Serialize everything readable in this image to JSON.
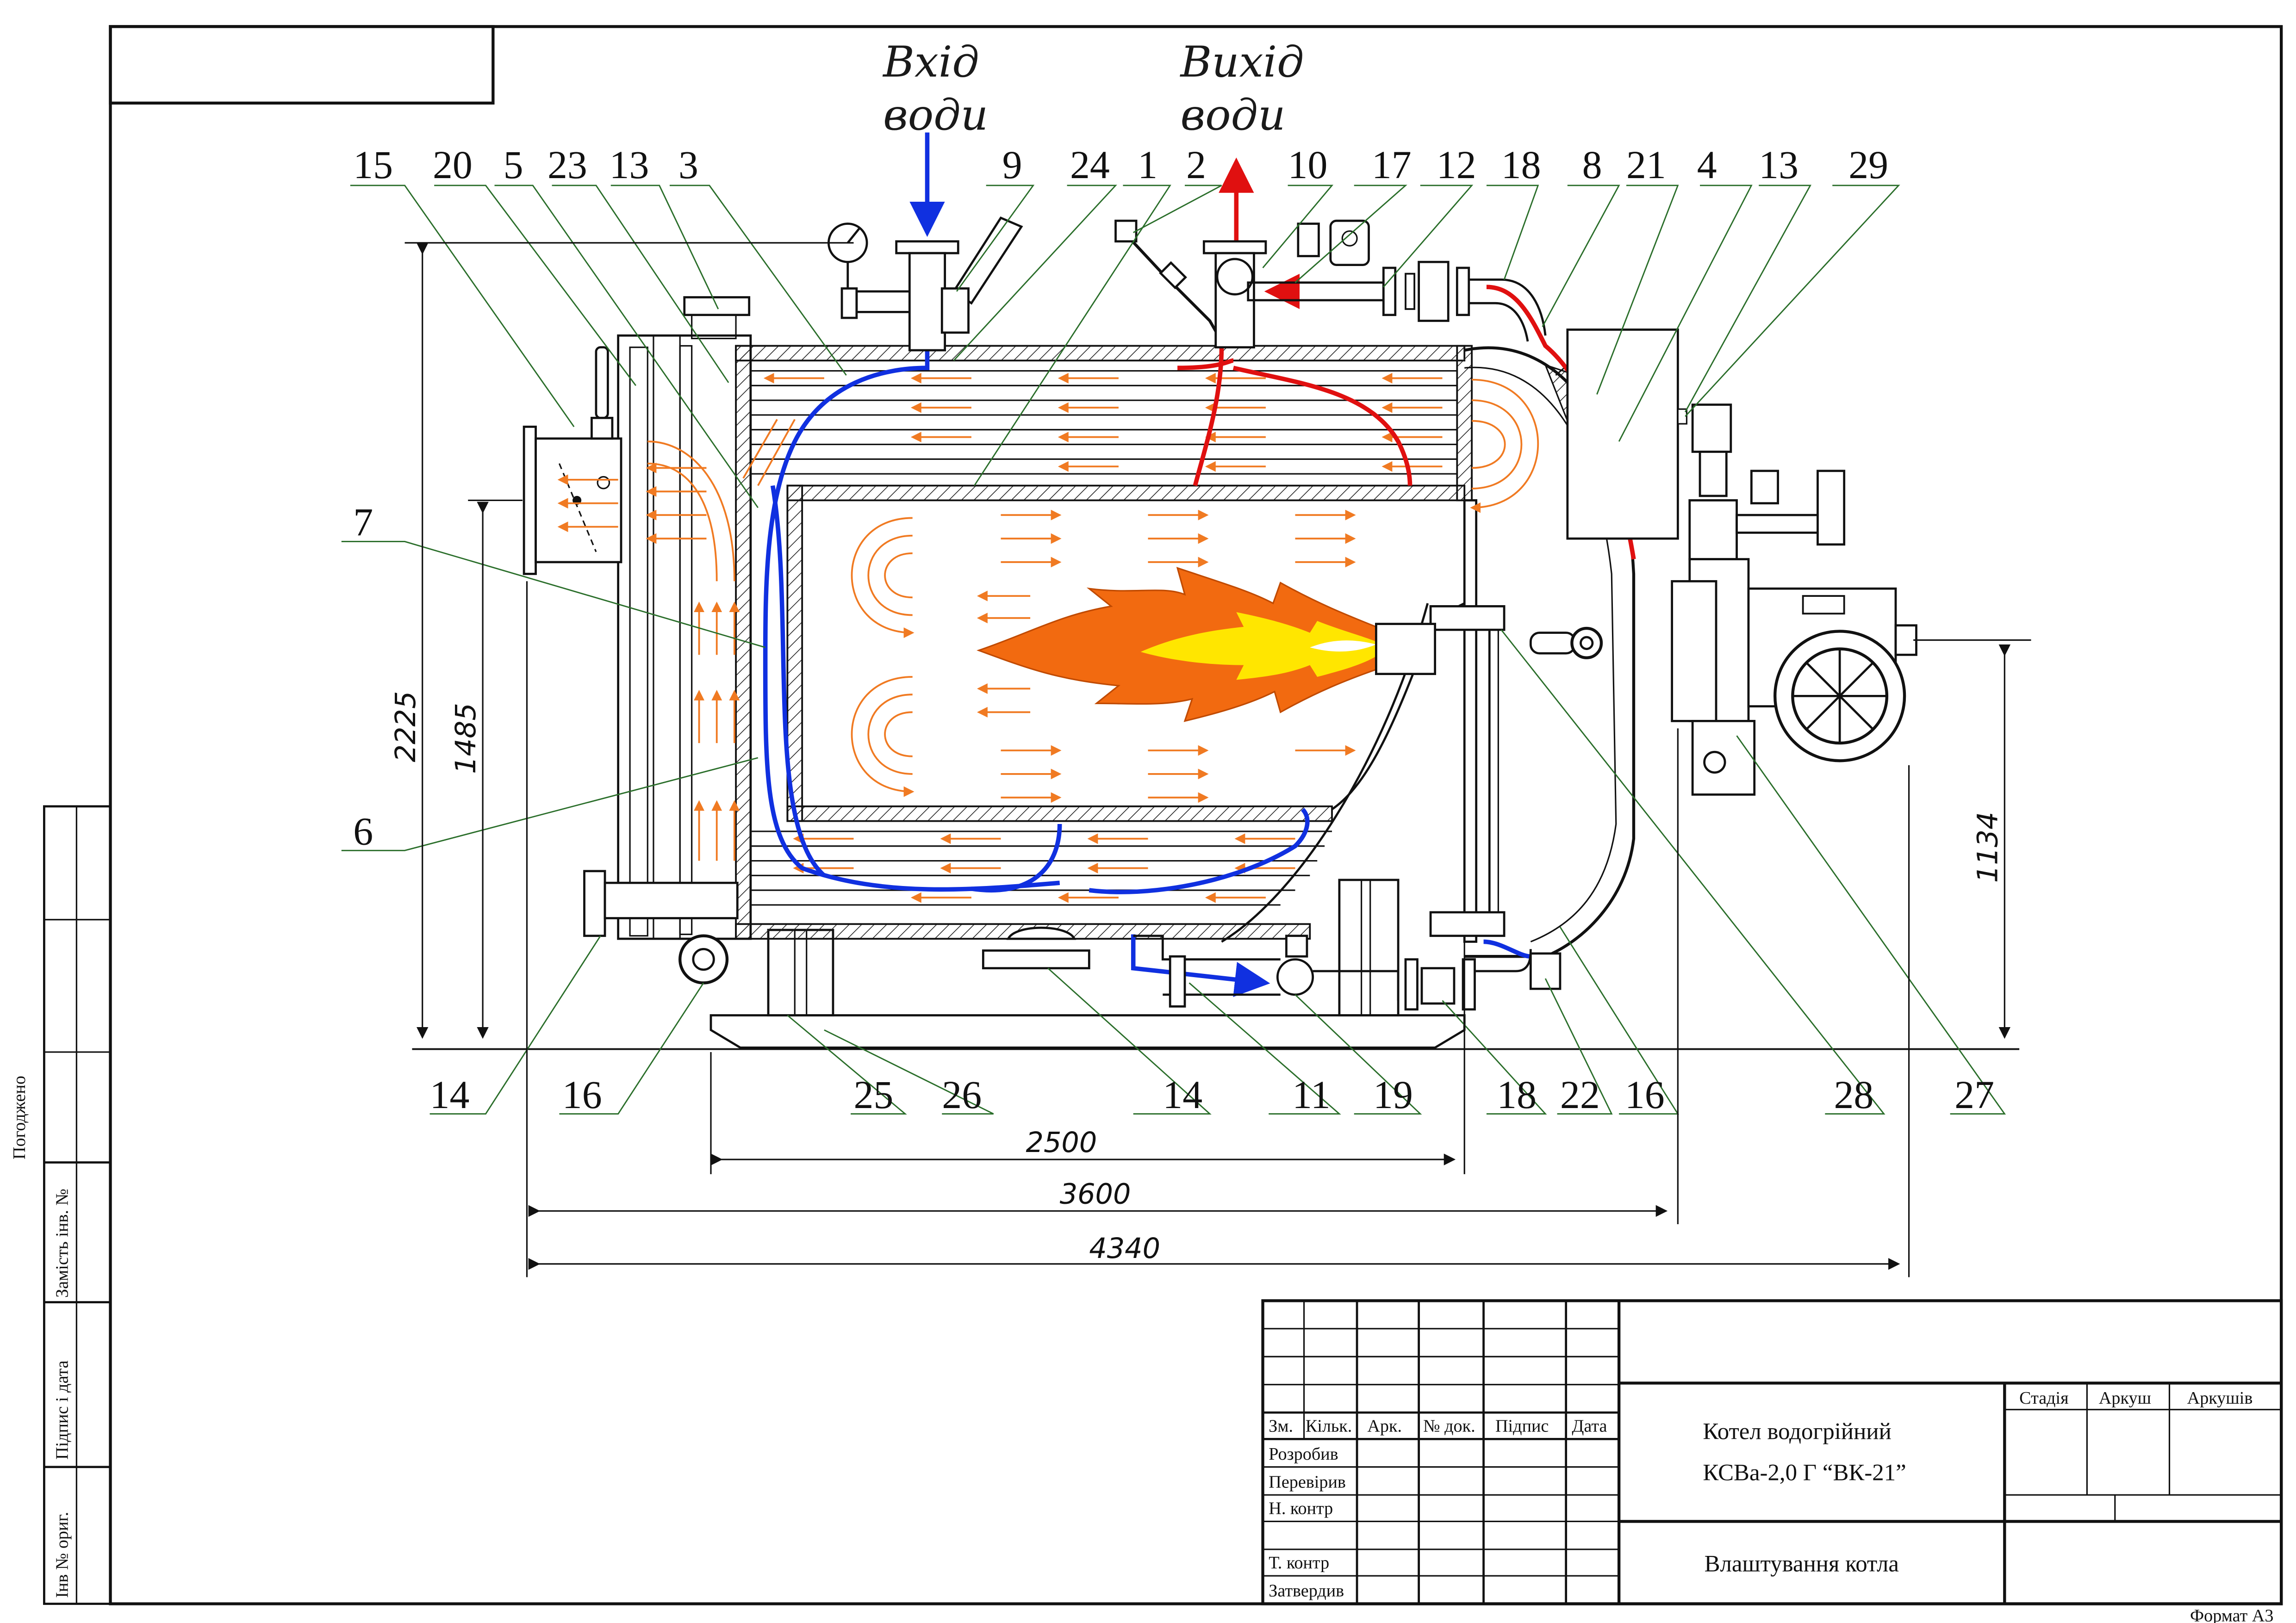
{
  "flow_labels": {
    "inlet_line1": "Вхід",
    "inlet_line2": "води",
    "outlet_line1": "Вихід",
    "outlet_line2": "води"
  },
  "callouts_top": [
    "15",
    "20",
    "5",
    "23",
    "13",
    "3",
    "9",
    "24",
    "1",
    "2",
    "10",
    "17",
    "12",
    "18",
    "8",
    "21",
    "4",
    "13",
    "29"
  ],
  "callouts_left": [
    "7",
    "6"
  ],
  "callouts_bottom": [
    "14",
    "16",
    "25",
    "26",
    "14",
    "11",
    "19",
    "18",
    "22",
    "16",
    "28",
    "27"
  ],
  "dimensions": {
    "height_total": "2225",
    "height_axis": "1485",
    "burner_axis": "1134",
    "frame_length": "2500",
    "shell_length": "3600",
    "overall_length": "4340"
  },
  "title_block": {
    "col_headers": [
      "Зм.",
      "Кільк.",
      "Арк.",
      "№ док.",
      "Підпис",
      "Дата"
    ],
    "roles": [
      "Розробив",
      "Перевірив",
      "Н. контр",
      "Т. контр",
      "Затвердив"
    ],
    "doc_title_line1": "Котел водогрійний",
    "doc_title_line2": "КСВа-2,0 Г “ВК-21”",
    "stage_headers": [
      "Стадія",
      "Аркуш",
      "Аркушів"
    ],
    "sheet_title": "Влаштування котла",
    "format": "Формат А3"
  },
  "side_stamp": [
    "Погоджено",
    "Замість інв. №",
    "Підпис і дата",
    "Інв № ориг."
  ],
  "colors": {
    "cold_water": "#1030e0",
    "hot_water": "#e01010",
    "gas_flow": "#f07a22",
    "flame_outer": "#f26a10",
    "flame_inner": "#ffe600"
  }
}
